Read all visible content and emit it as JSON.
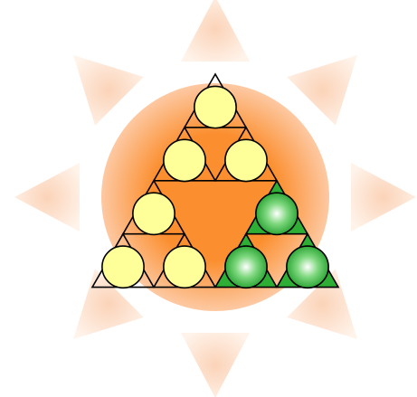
{
  "diagram": {
    "colors": {
      "background": "#ffffff",
      "ray": "#fbd3b8",
      "sun_center": "#fb8e2e",
      "sun_edge": "#fdc9a3",
      "outline": "#000000",
      "yellow_fill": "#ffff99",
      "green_highlight": "#ffffff",
      "green_mid": "#7fd87f",
      "green_edge": "#1f9e2a",
      "green_triangle": "#2fae36"
    },
    "shapes": {
      "background": "sun-with-rays",
      "foreground": "sierpinski-triangle-level-2",
      "marker": "circle-in-triangle"
    },
    "pattern": {
      "yellow_units": 6,
      "green_units": 3,
      "ray_count": 8
    }
  }
}
